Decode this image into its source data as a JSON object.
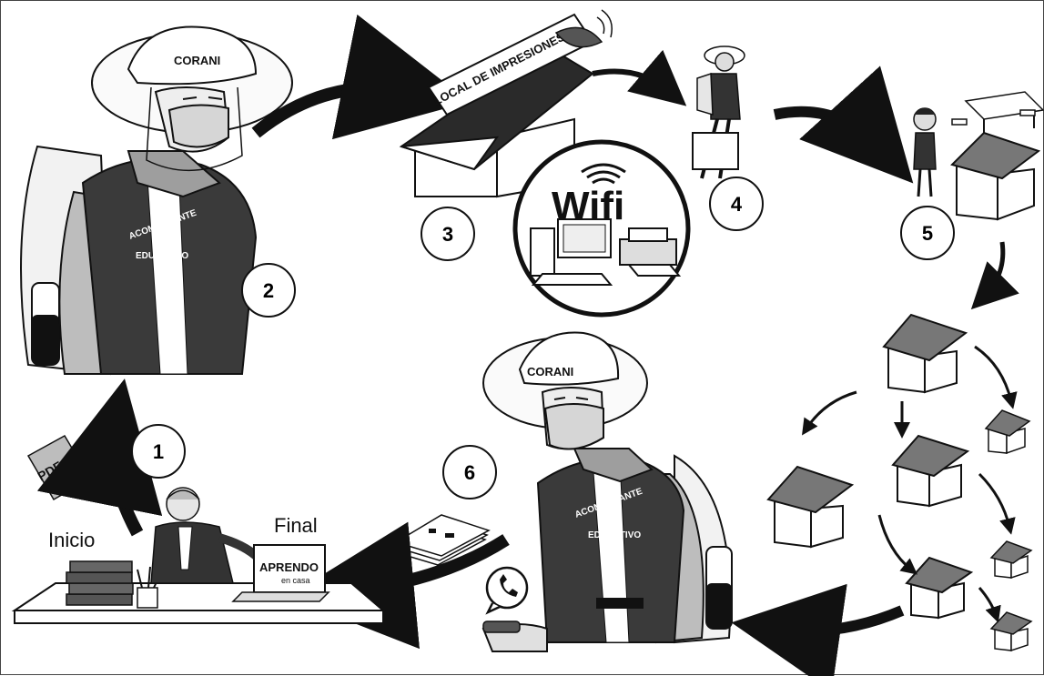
{
  "labels": {
    "start": "Inicio",
    "end": "Final"
  },
  "steps": [
    "1",
    "2",
    "3",
    "4",
    "5",
    "6"
  ],
  "hat_text": "CORANI",
  "vest_text_top": "ACOMPAÑANTE",
  "vest_text_bottom": "EDUCATIVO",
  "shop_sign": "LOCAL DE IMPRESIONES",
  "wifi_text": "Wifi",
  "pdf_text": "PDF",
  "laptop_brand": "APRENDO",
  "laptop_sub": "en casa"
}
